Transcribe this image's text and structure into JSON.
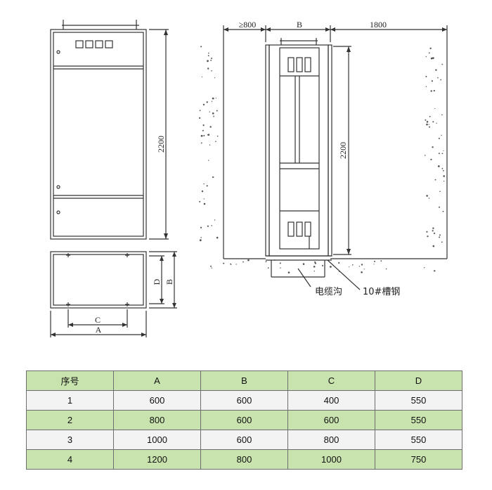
{
  "labels": {
    "height_front": "2200",
    "height_side": "2200",
    "depth_d": "D",
    "depth_b": "B",
    "width_c": "C",
    "width_a": "A",
    "clearance_left": "≥800",
    "cabinet_b": "B",
    "clearance_right": "1800",
    "cable_trench": "电缆沟",
    "channel_steel": "10#槽钢"
  },
  "table": {
    "headers": [
      "序号",
      "A",
      "B",
      "C",
      "D"
    ],
    "rows": [
      [
        "1",
        "600",
        "600",
        "400",
        "550"
      ],
      [
        "2",
        "800",
        "600",
        "600",
        "550"
      ],
      [
        "3",
        "1000",
        "600",
        "800",
        "550"
      ],
      [
        "4",
        "1200",
        "800",
        "1000",
        "750"
      ]
    ]
  },
  "colors": {
    "row_green": "#c9e3ae",
    "row_white": "#f3f3f3",
    "border": "#6d6d6d"
  }
}
